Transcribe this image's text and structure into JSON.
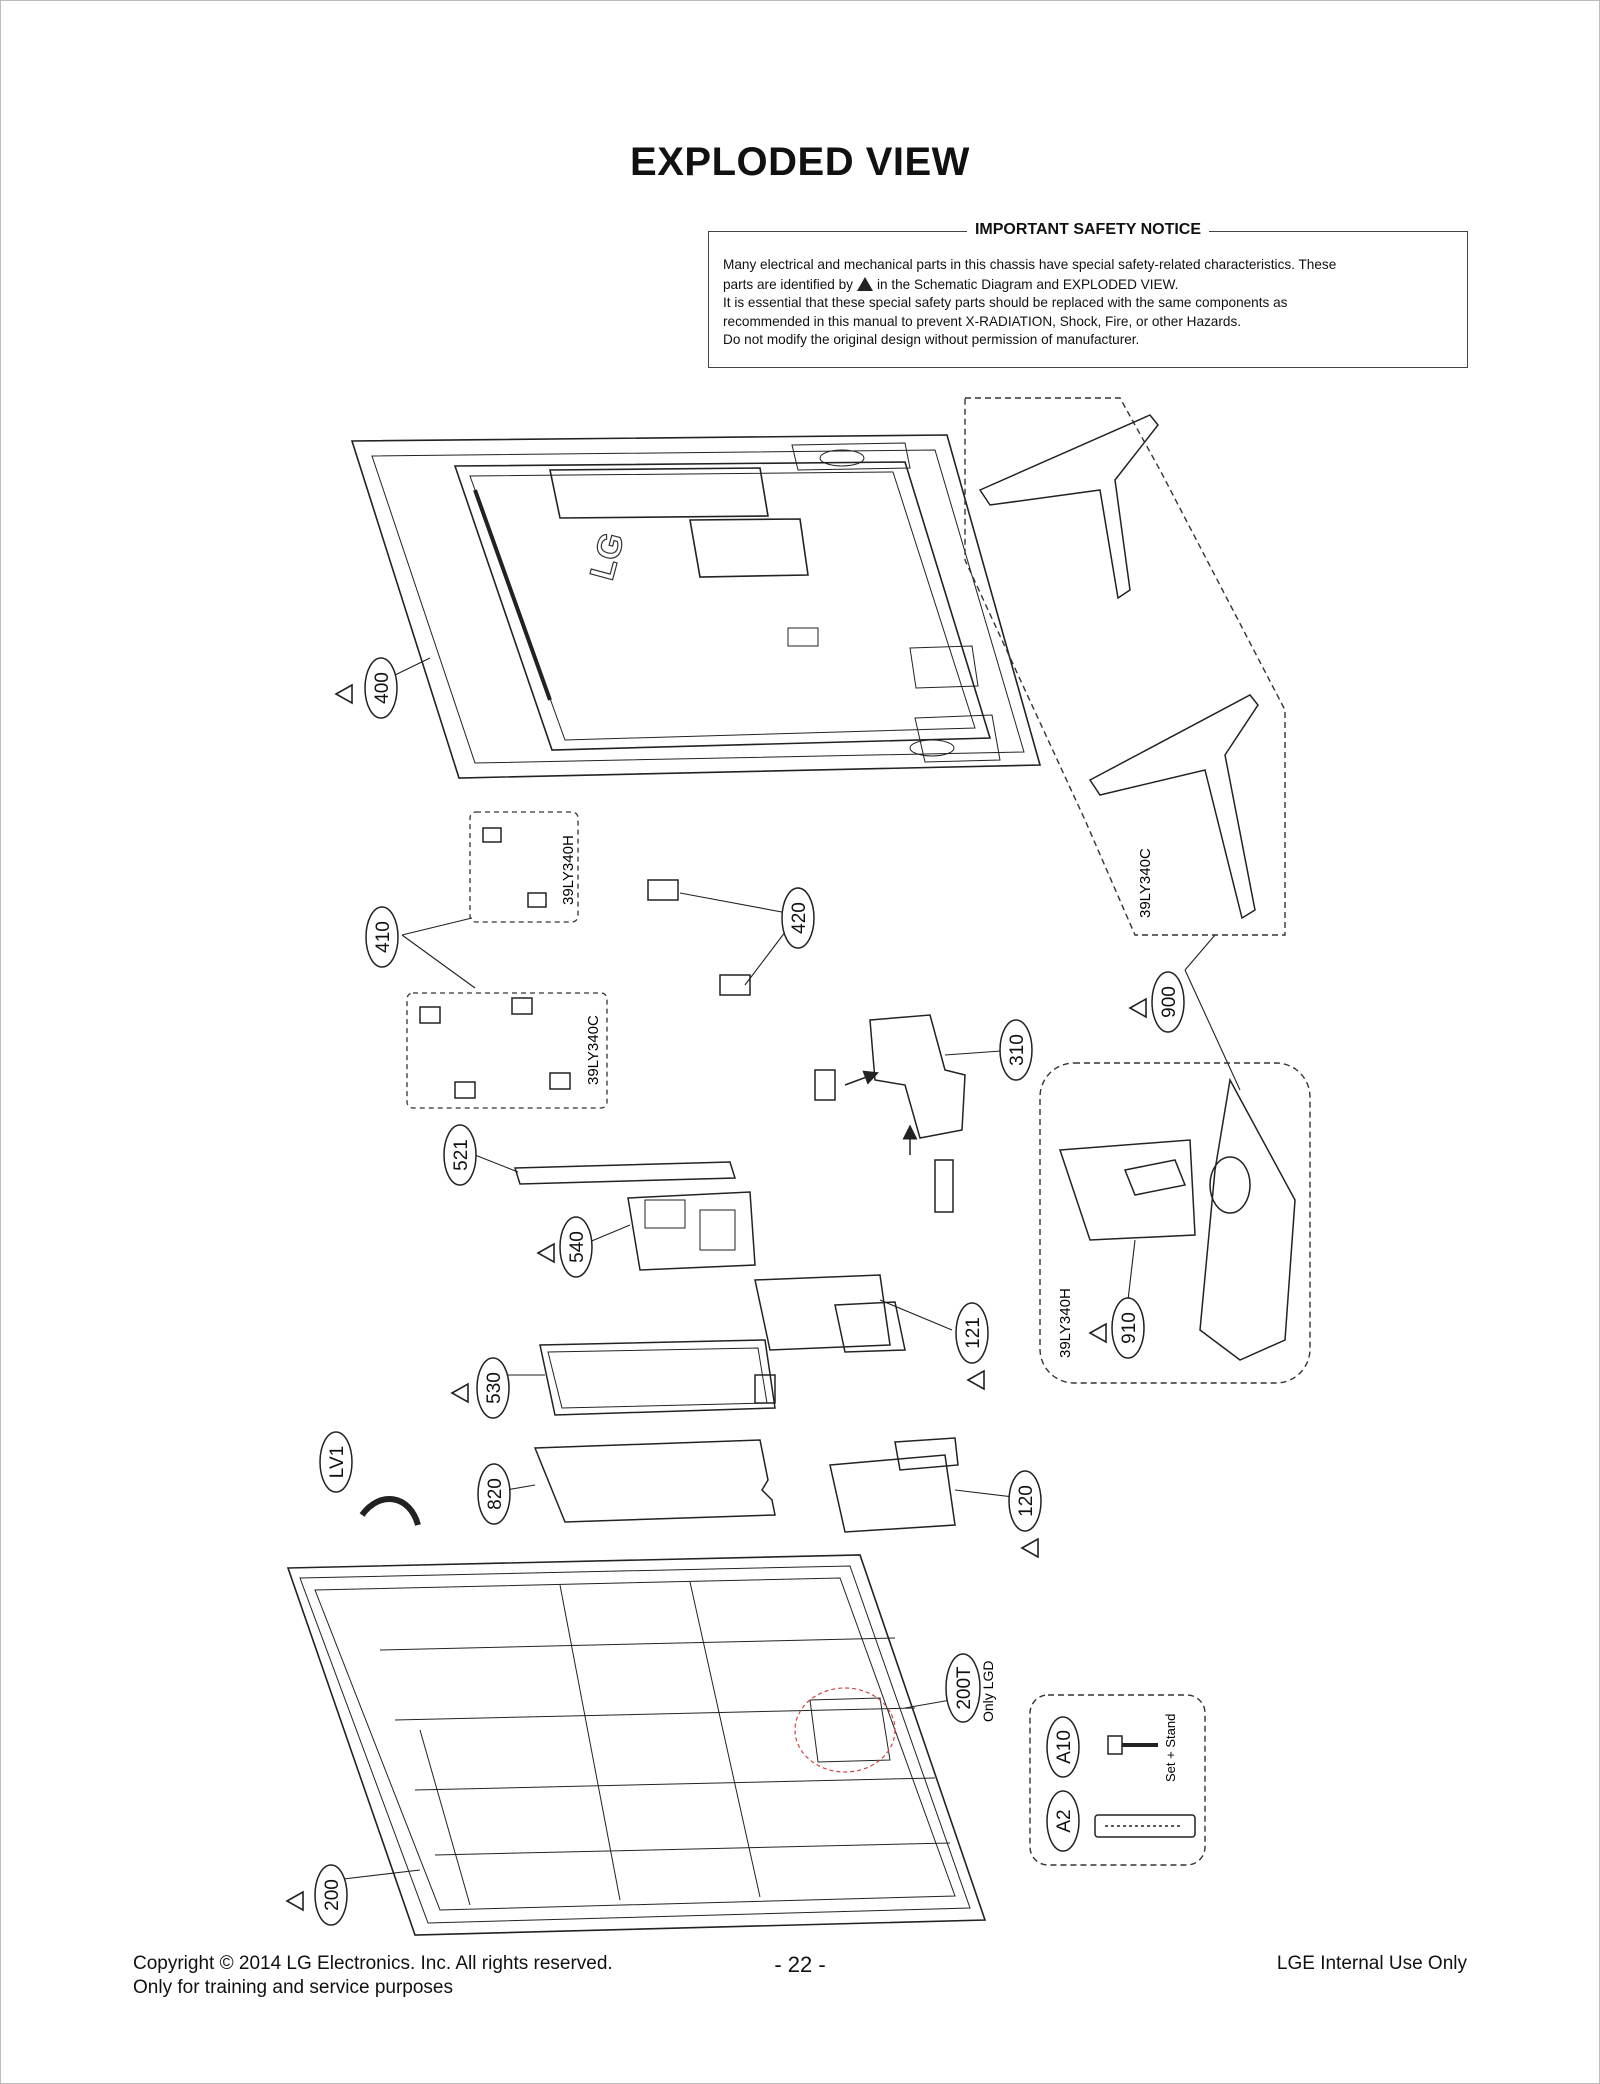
{
  "title": "EXPLODED VIEW",
  "notice": {
    "heading": "IMPORTANT SAFETY NOTICE",
    "line1": "Many electrical and mechanical parts in this chassis have special safety-related characteristics. These",
    "line2_a": "parts are identified by",
    "line2_b": "in the Schematic Diagram and EXPLODED VIEW.",
    "line3": "It is essential that these special safety parts should be replaced with the same components as",
    "line4": "recommended in this manual to prevent X-RADIATION, Shock, Fire, or other Hazards.",
    "line5": "Do not modify the original design without permission of manufacturer."
  },
  "parts": {
    "p400": "400",
    "p410": "410",
    "p420": "420",
    "p310": "310",
    "p900": "900",
    "p521": "521",
    "p540": "540",
    "p121": "121",
    "p910": "910",
    "p530": "530",
    "lv1": "LV1",
    "p820": "820",
    "p120": "120",
    "p200t": "200T",
    "p200": "200",
    "a10": "A10",
    "a2": "A2"
  },
  "labels": {
    "model_h_1": "39LY340H",
    "model_c_1": "39LY340C",
    "model_c_stand": "39LY340C",
    "model_h_stand": "39LY340H",
    "only_lgd": "Only LGD",
    "set_stand": "Set + Stand",
    "lg_logo": "LG"
  },
  "footer": {
    "copyright": "Copyright  © 2014 LG Electronics. Inc. All rights reserved.",
    "training": "Only for training and service purposes",
    "page": "- 22 -",
    "internal": "LGE Internal Use Only"
  }
}
